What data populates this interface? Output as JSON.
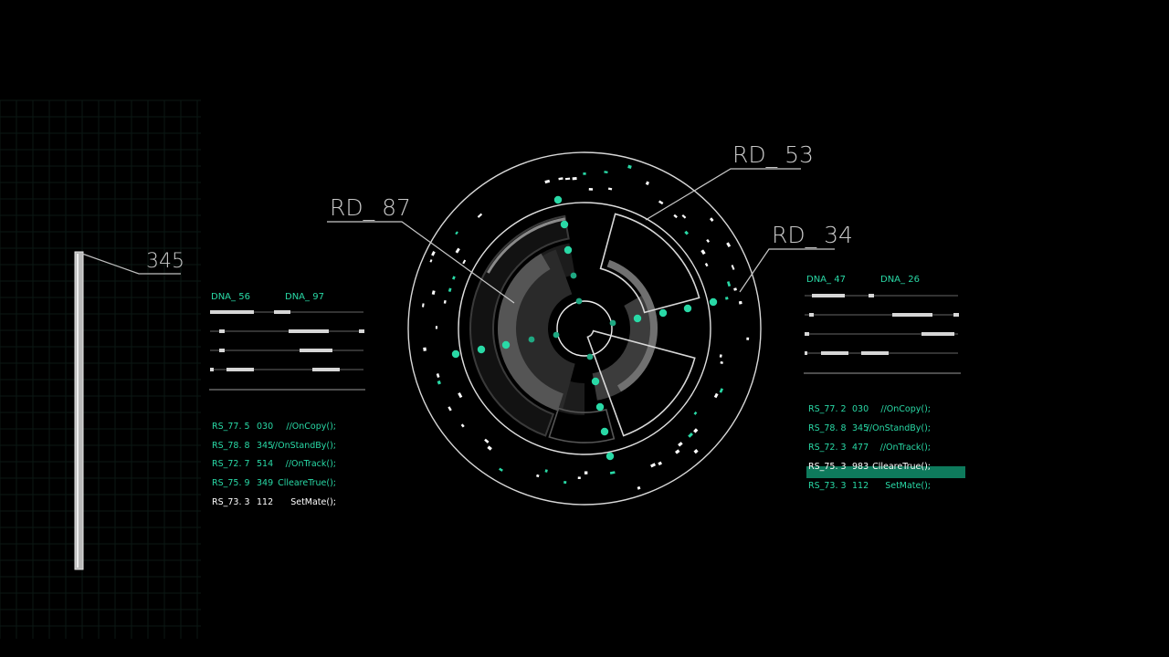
{
  "colors": {
    "background": "#000000",
    "accent": "#29d9a6",
    "line": "#d0d0d0",
    "highlight": "#0e7a5c"
  },
  "gauge": {
    "value": "345"
  },
  "center": {
    "labels": [
      "RD_ 87",
      "RD_ 53",
      "RD_ 34"
    ]
  },
  "left_panel": {
    "headers": [
      "DNA_ 56",
      "DNA_ 97"
    ],
    "rows": [
      {
        "id": "RS_77. 5",
        "num": "030",
        "cmd": "//OnCopy();"
      },
      {
        "id": "RS_78. 8",
        "num": "345",
        "cmd": "//OnStandBy();"
      },
      {
        "id": "RS_72. 7",
        "num": "514",
        "cmd": "//OnTrack();"
      },
      {
        "id": "RS_75. 9",
        "num": "349",
        "cmd": "ClleareTrue();"
      },
      {
        "id": "RS_73. 3",
        "num": "112",
        "cmd": "SetMate();"
      }
    ]
  },
  "right_panel": {
    "headers": [
      "DNA_ 47",
      "DNA_ 26"
    ],
    "rows": [
      {
        "id": "RS_77. 2",
        "num": "030",
        "cmd": "//OnCopy();"
      },
      {
        "id": "RS_78. 8",
        "num": "345",
        "cmd": "//OnStandBy();"
      },
      {
        "id": "RS_72. 3",
        "num": "477",
        "cmd": "//OnTrack();"
      },
      {
        "id": "RS_75. 3",
        "num": "983",
        "cmd": "ClleareTrue();"
      },
      {
        "id": "RS_73. 3",
        "num": "112",
        "cmd": "SetMate();"
      }
    ]
  }
}
